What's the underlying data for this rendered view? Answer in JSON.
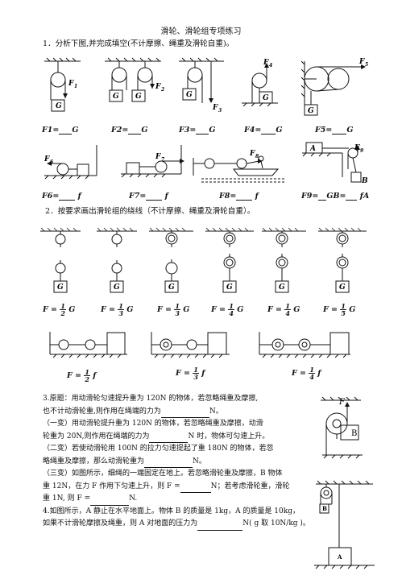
{
  "title": "滑轮、滑轮组专项练习",
  "q1": {
    "heading": "1．分析下图,并完成填空(不计摩擦、绳重及滑轮自重)。",
    "row1_formulas": [
      "F1=",
      "F2=",
      "F3=",
      "F4=",
      "F5="
    ],
    "row1_tail": "G",
    "row2_formulas": [
      "F6=",
      "F7=",
      "F8=",
      "F9="
    ],
    "row2_tail": "f",
    "f9_mid": "GB=",
    "f9_tail": "fA"
  },
  "q2": {
    "heading": "2．按要求画出滑轮组的绕线（不计摩擦、绳重及滑轮自重）。",
    "top_fracs": [
      "1/2",
      "1/3",
      "1/3",
      "1/4",
      "1/4",
      "1/5"
    ],
    "top_tail": "G",
    "bottom_fracs": [
      "1/2",
      "1/3",
      "1/4"
    ],
    "bottom_tail": "f"
  },
  "q3": {
    "line1": "3.原题：用动滑轮匀速提升重为  120N 的物体，若忽略绳重及摩擦,",
    "line2a": "也不计动滑轮重,则作用在绳端的力为",
    "line2b": "N。",
    "line3": "（一变）用动滑轮提升重为 120N 的物体，若忽略绳重及摩擦，动滑",
    "line4a": "轮重为 20N,则作用在绳端的力为",
    "line4b": "N 时，物体可匀速上升。",
    "line5": "（二变）若使动滑轮用 100N 的拉力匀速提起了重 180N 的物体，若忽",
    "line6a": "略绳重及摩擦，那么动滑轮重为",
    "line6b": "N。",
    "line7": "（三变）如图所示，细绳的一端固定在地上。若忽略滑轮重及摩擦，B 物体",
    "line8a": "重 12N，在力 F 作用下匀速上升，则 F =",
    "line8b": "N；若考虑滑轮重，滑轮",
    "line9a": "重 1N, 则 F =",
    "line9b": "N.",
    "fig_F": "F",
    "fig_B": "B"
  },
  "q4": {
    "line1": "4.如图所示，A 静止在水平地面上。物体 B 的质量是 1kg，A 的质量是 10kg，",
    "line2a": "如果不计滑轮摩擦及绳重，则 A 对地面的压力为",
    "line2b": "N( g 取 10N/kg )。",
    "fig_A": "A",
    "fig_B": "B"
  },
  "fig_labels": {
    "G": "G",
    "F1": "F",
    "F1s": "1",
    "F2": "F",
    "F2s": "2",
    "F3": "F",
    "F3s": "3",
    "F4": "F",
    "F4s": "4",
    "F5": "F",
    "F5s": "5",
    "F6": "F",
    "F6s": "6",
    "F7": "F",
    "F7s": "7",
    "F8": "F",
    "F8s": "8",
    "F9": "F",
    "F9s": "9",
    "A": "A",
    "B": "B",
    "F_eq": "F ="
  }
}
